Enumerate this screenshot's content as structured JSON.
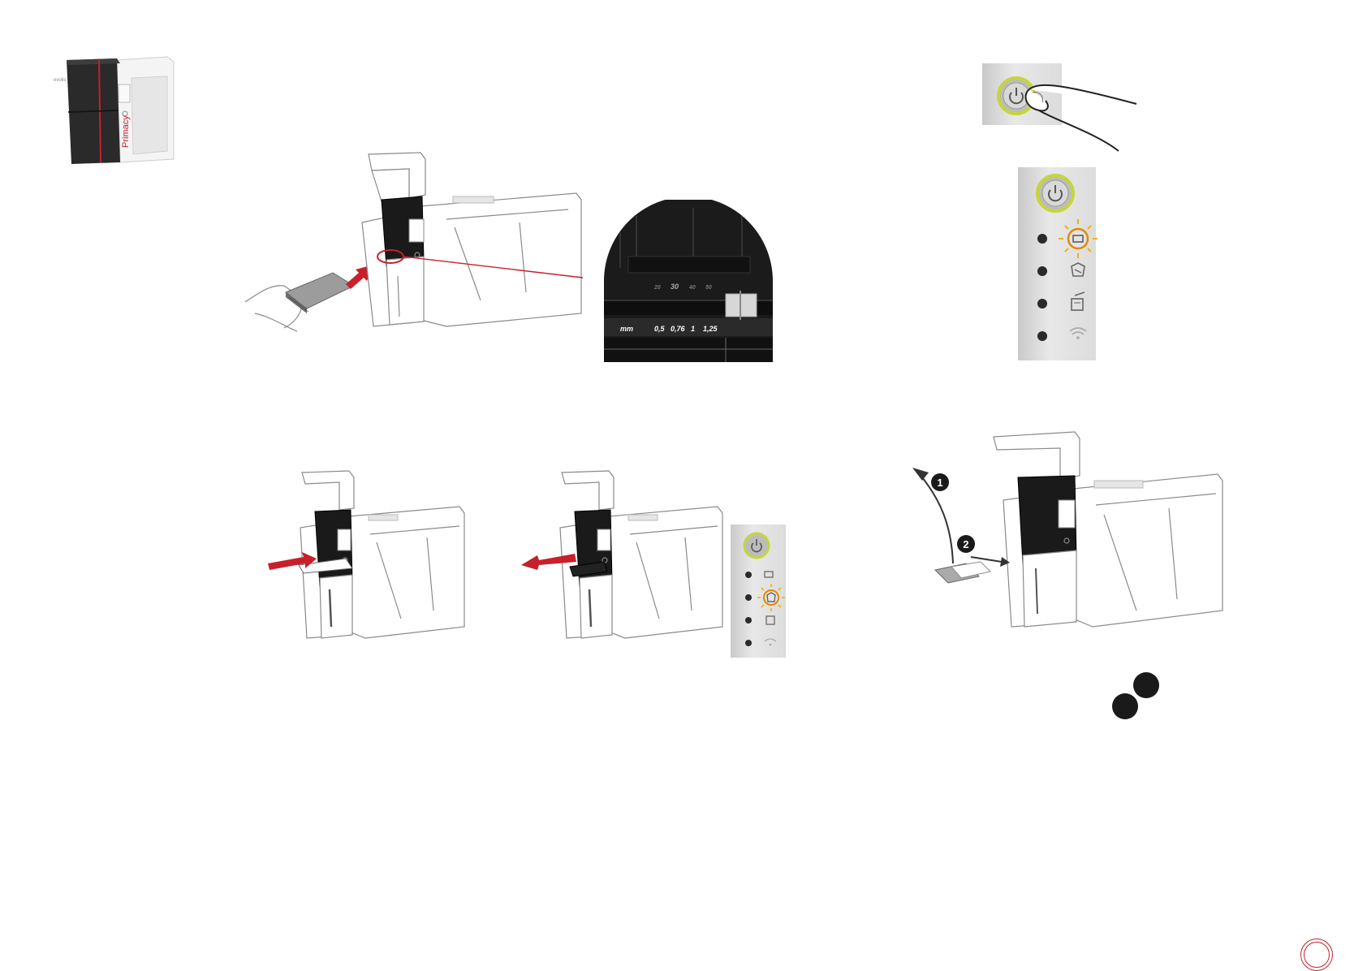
{
  "product": {
    "brand_label": "Primacy",
    "colors": {
      "accent": "#c8202a",
      "body": "#f2f2f2",
      "dark": "#222222"
    }
  },
  "zoom_callout": {
    "unit_label": "mm",
    "thickness_values": [
      "0,5",
      "0,76",
      "1",
      "1,25"
    ],
    "top_values": [
      "20",
      "30",
      "40",
      "50"
    ]
  },
  "step_badges": [
    "1",
    "2"
  ],
  "page_number": "",
  "icons": [
    "power-icon",
    "card-icon",
    "ribbon-icon",
    "printer-error-icon",
    "wifi-icon"
  ]
}
